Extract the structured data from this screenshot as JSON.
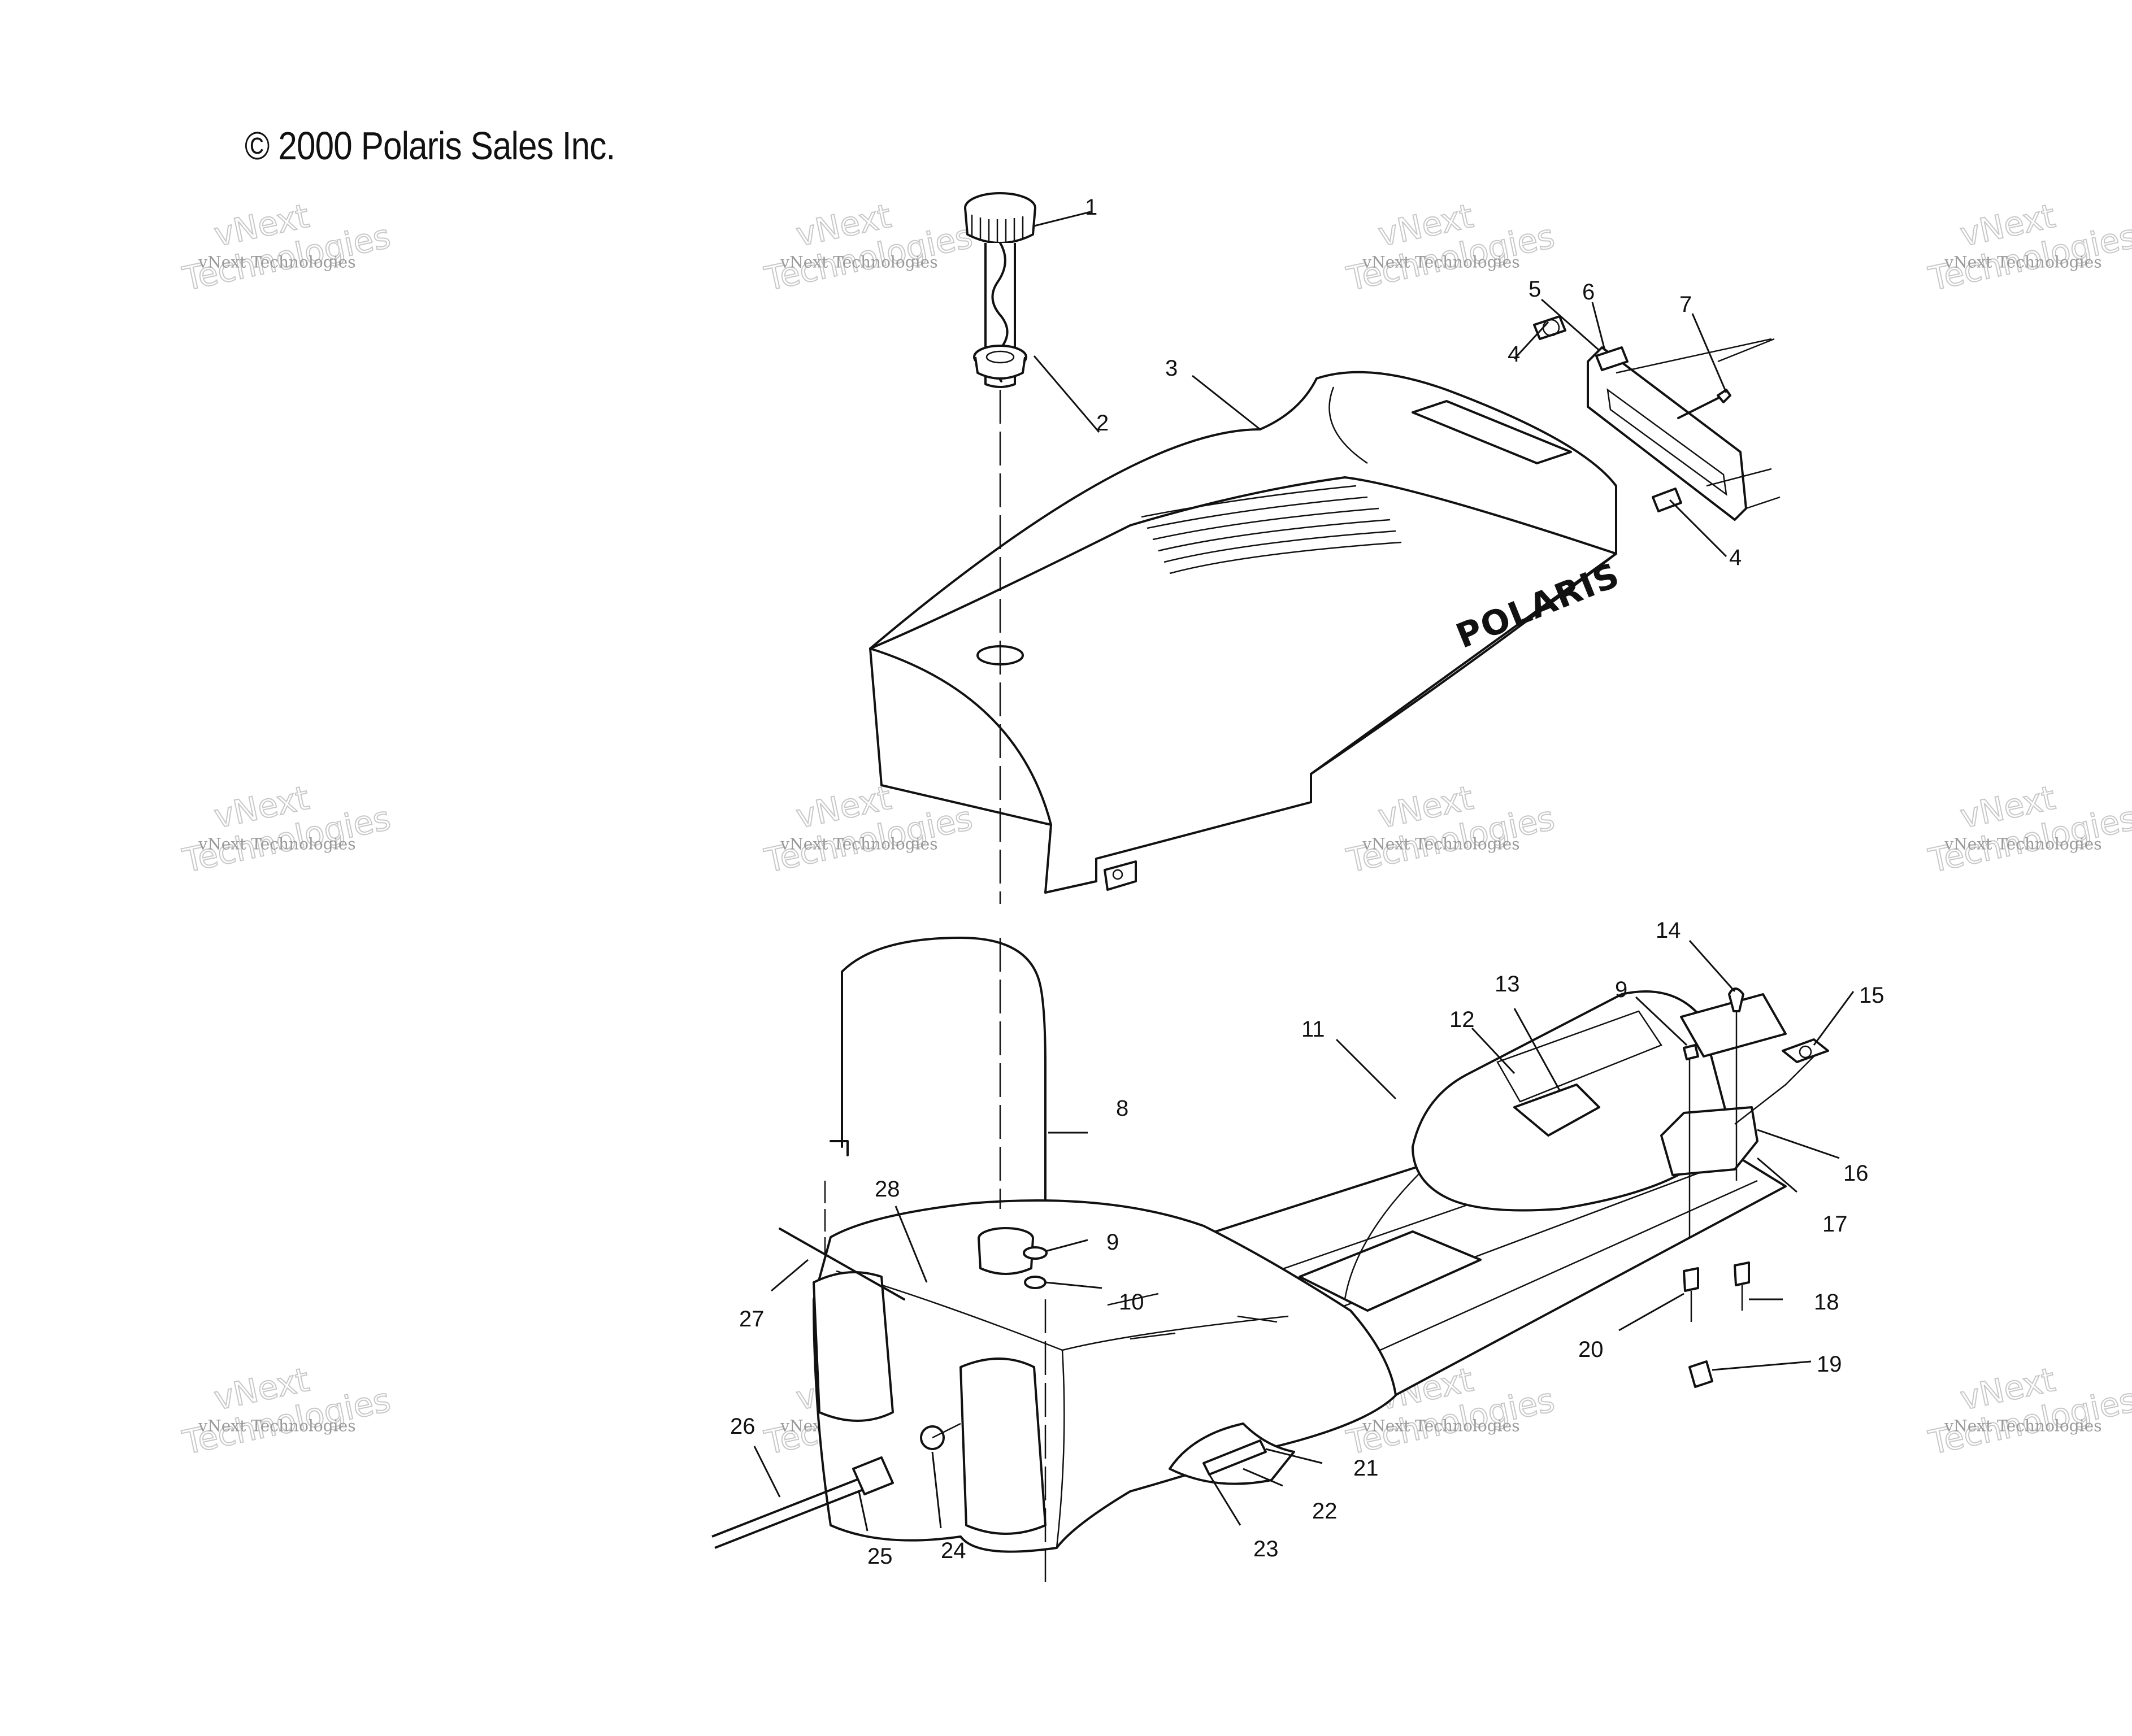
{
  "copyright": "© 2000 Polaris Sales Inc.",
  "brand_text": "POLARIS",
  "watermark": {
    "line1": "vNext Technologies",
    "line2": "vNext",
    "line3": "Technologies"
  },
  "callouts": [
    "1",
    "2",
    "3",
    "4",
    "5",
    "6",
    "7",
    "4",
    "14",
    "13",
    "12",
    "9",
    "15",
    "11",
    "16",
    "8",
    "17",
    "28",
    "9",
    "10",
    "18",
    "27",
    "20",
    "19",
    "26",
    "21",
    "22",
    "25",
    "24",
    "23"
  ]
}
